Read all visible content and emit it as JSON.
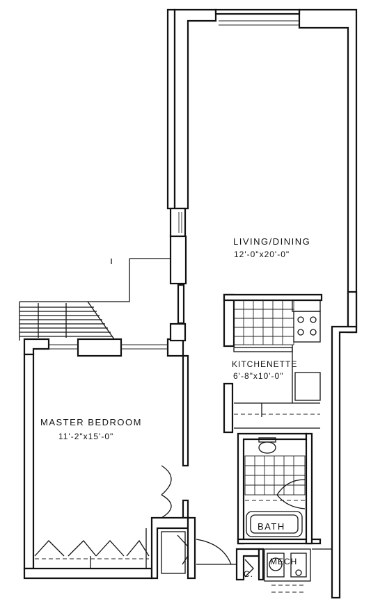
{
  "rooms": {
    "living": {
      "name": "LIVING/DINING",
      "size": "12'-0\"x20'-0\""
    },
    "bedroom": {
      "name": "MASTER BEDROOM",
      "size": "11'-2\"x15'-0\""
    },
    "kitchen": {
      "name": "KITCHENETTE",
      "size": "6'-8\"x10'-0\""
    },
    "bath": {
      "name": "BATH"
    },
    "mech": {
      "name": "MECH"
    },
    "closet": {
      "name": "C."
    }
  }
}
